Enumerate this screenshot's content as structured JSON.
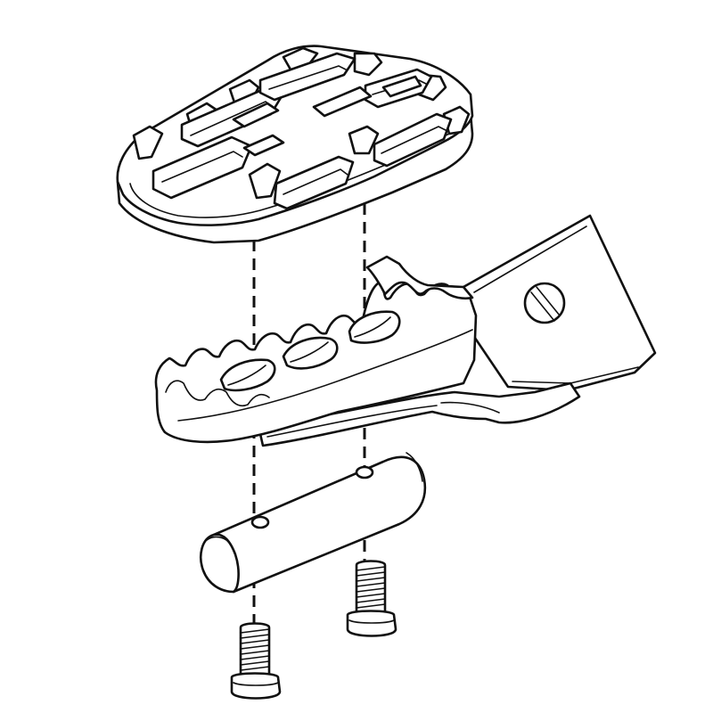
{
  "diagram": {
    "kind": "exploded-assembly-line-drawing",
    "parts": [
      {
        "id": "foot-peg-pad",
        "icon": "pad-top-icon"
      },
      {
        "id": "foot-peg-base",
        "icon": "serrated-peg-icon"
      },
      {
        "id": "mounting-bar",
        "icon": "cylinder-bar-icon"
      },
      {
        "id": "bolt-left",
        "icon": "bolt-icon"
      },
      {
        "id": "bolt-right",
        "icon": "bolt-icon"
      }
    ],
    "assembly_lines": 2,
    "colors": {
      "line": "#111111",
      "background": "#ffffff"
    }
  }
}
